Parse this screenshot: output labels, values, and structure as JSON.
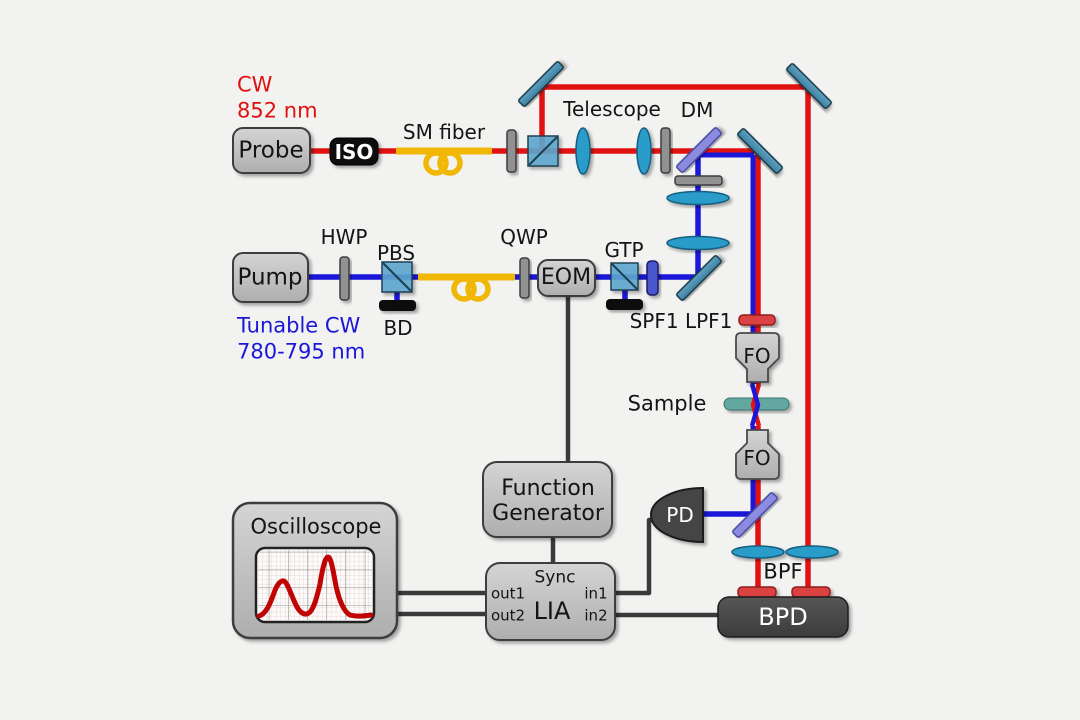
{
  "colors": {
    "probe_beam_red": "#e11212",
    "pump_beam_blue": "#1b17d8",
    "fiber_yellow": "#f0b705",
    "signal_wire": "#3a3a3a",
    "mirror_blue": "#4e92b4",
    "dichroic_purple": "#8b8bdf",
    "lens_teal": "#2a9cc9",
    "sample_teal": "#63a7a1",
    "filter_red": "#dd4343",
    "spf_filter_blue": "#4a55cc",
    "box_gray": "#c2c2c2",
    "box_dark": "#4a4a4a",
    "scope_trace_red": "#c00404"
  },
  "labels": {
    "probe_annotation_1": "CW",
    "probe_annotation_2": "852 nm",
    "probe": "Probe",
    "iso": "ISO",
    "sm_fiber": "SM fiber",
    "telescope": "Telescope",
    "dm": "DM",
    "hwp": "HWP",
    "pbs": "PBS",
    "pump": "Pump",
    "pump_annotation_1": "Tunable CW",
    "pump_annotation_2": "780-795 nm",
    "bd": "BD",
    "qwp": "QWP",
    "eom": "EOM",
    "gtp": "GTP",
    "filters": "SPF1 LPF1",
    "fo_top": "FO",
    "sample": "Sample",
    "fo_bottom": "FO",
    "pd": "PD",
    "bpf": "BPF",
    "bpd": "BPD",
    "oscilloscope": "Oscilloscope",
    "function_generator_1": "Function",
    "function_generator_2": "Generator",
    "lia_sync": "Sync",
    "lia_out1": "out1",
    "lia_out2": "out2",
    "lia_name": "LIA",
    "lia_in1": "in1",
    "lia_in2": "in2"
  }
}
